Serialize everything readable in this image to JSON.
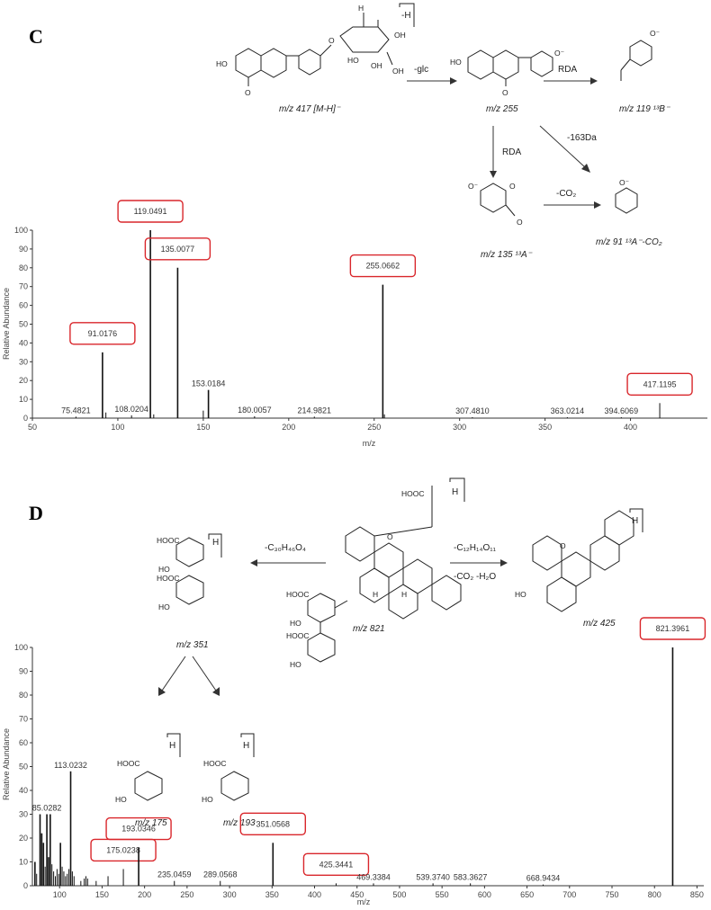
{
  "panels": [
    {
      "letter": "C",
      "ylabel": "Relative  Abundance",
      "xlabel": "m/z",
      "yticks": [
        "0",
        "10",
        "20",
        "30",
        "40",
        "50",
        "60",
        "70",
        "80",
        "90",
        "100"
      ],
      "xticks": [
        "50",
        "100",
        "150",
        "200",
        "250",
        "300",
        "350",
        "400"
      ],
      "scheme": {
        "precursor": "m/z 417 [M-H]⁻",
        "loss_glc": "-glc",
        "aglycone": "m/z 255",
        "rda1": "RDA",
        "rda2": "RDA",
        "frag119": "m/z 119  ¹³B⁻",
        "loss163": "-163Da",
        "frag135": "m/z 135  ¹³A⁻",
        "loss_co2": "-CO₂",
        "frag91": "m/z 91  ¹³A⁻-CO₂",
        "bracket_h": "-H"
      },
      "boxed_labels": [
        "119.0491",
        "135.0077",
        "255.0662",
        "91.0176",
        "417.1195"
      ]
    },
    {
      "letter": "D",
      "ylabel": "Relative  Abundance",
      "xlabel": "m/z",
      "yticks": [
        "0",
        "10",
        "20",
        "30",
        "40",
        "50",
        "60",
        "70",
        "80",
        "90",
        "100"
      ],
      "xticks": [
        "100",
        "150",
        "200",
        "250",
        "300",
        "350",
        "400",
        "450",
        "500",
        "550",
        "600",
        "650",
        "700",
        "750",
        "800",
        "850"
      ],
      "scheme": {
        "precursor": "m/z 821",
        "loss_left": "-C₃₀H₄₆O₄",
        "loss_right": "-C₁₂H₁₄O₁₁",
        "loss_right2": "-CO₂ -H₂O",
        "frag351": "m/z 351",
        "frag425": "m/z 425",
        "frag175": "m/z 175",
        "frag193": "m/z 193",
        "h": "H"
      },
      "boxed_labels": [
        "821.3961",
        "193.0346",
        "175.0238",
        "351.0568",
        "425.3441"
      ]
    }
  ],
  "chart_data": [
    {
      "type": "bar",
      "title": "",
      "xlabel": "m/z",
      "ylabel": "Relative  Abundance",
      "xlim": [
        50,
        445
      ],
      "ylim": [
        0,
        100
      ],
      "peaks": [
        {
          "mz": 75.4821,
          "value": 0.8,
          "label": "75.4821"
        },
        {
          "mz": 91.0176,
          "value": 35,
          "label": "91.0176"
        },
        {
          "mz": 93.0,
          "value": 3,
          "label": ""
        },
        {
          "mz": 108.0204,
          "value": 1.5,
          "label": "108.0204"
        },
        {
          "mz": 119.0491,
          "value": 100,
          "label": "119.0491"
        },
        {
          "mz": 121.0,
          "value": 2,
          "label": ""
        },
        {
          "mz": 135.0077,
          "value": 80,
          "label": "135.0077"
        },
        {
          "mz": 150.0,
          "value": 4,
          "label": ""
        },
        {
          "mz": 153.0184,
          "value": 15,
          "label": "153.0184"
        },
        {
          "mz": 180.0057,
          "value": 1,
          "label": "180.0057"
        },
        {
          "mz": 214.9821,
          "value": 0.8,
          "label": "214.9821"
        },
        {
          "mz": 255.0662,
          "value": 71,
          "label": "255.0662"
        },
        {
          "mz": 256.0,
          "value": 2,
          "label": ""
        },
        {
          "mz": 307.481,
          "value": 0.5,
          "label": "307.4810"
        },
        {
          "mz": 363.0214,
          "value": 0.5,
          "label": "363.0214"
        },
        {
          "mz": 394.6069,
          "value": 0.5,
          "label": "394.6069"
        },
        {
          "mz": 417.1195,
          "value": 8,
          "label": "417.1195"
        }
      ]
    },
    {
      "type": "bar",
      "title": "",
      "xlabel": "m/z",
      "ylabel": "Relative  Abundance",
      "xlim": [
        68,
        858
      ],
      "ylim": [
        0,
        100
      ],
      "peaks": [
        {
          "mz": 71,
          "value": 10,
          "label": ""
        },
        {
          "mz": 73,
          "value": 5,
          "label": ""
        },
        {
          "mz": 77,
          "value": 30,
          "label": ""
        },
        {
          "mz": 79,
          "value": 22,
          "label": ""
        },
        {
          "mz": 81,
          "value": 18,
          "label": ""
        },
        {
          "mz": 83,
          "value": 8,
          "label": ""
        },
        {
          "mz": 85.0282,
          "value": 30,
          "label": "85.0282"
        },
        {
          "mz": 87,
          "value": 12,
          "label": ""
        },
        {
          "mz": 89,
          "value": 30,
          "label": ""
        },
        {
          "mz": 91,
          "value": 9,
          "label": ""
        },
        {
          "mz": 93,
          "value": 6,
          "label": ""
        },
        {
          "mz": 95,
          "value": 4,
          "label": ""
        },
        {
          "mz": 97,
          "value": 7,
          "label": ""
        },
        {
          "mz": 99,
          "value": 5,
          "label": ""
        },
        {
          "mz": 101,
          "value": 18,
          "label": ""
        },
        {
          "mz": 103,
          "value": 8,
          "label": ""
        },
        {
          "mz": 105,
          "value": 6,
          "label": ""
        },
        {
          "mz": 107,
          "value": 4,
          "label": ""
        },
        {
          "mz": 109,
          "value": 5,
          "label": ""
        },
        {
          "mz": 111,
          "value": 7,
          "label": ""
        },
        {
          "mz": 113.0232,
          "value": 48,
          "label": "113.0232"
        },
        {
          "mz": 115,
          "value": 6,
          "label": ""
        },
        {
          "mz": 117,
          "value": 4,
          "label": ""
        },
        {
          "mz": 125,
          "value": 2,
          "label": ""
        },
        {
          "mz": 129,
          "value": 3,
          "label": ""
        },
        {
          "mz": 131,
          "value": 4,
          "label": ""
        },
        {
          "mz": 133,
          "value": 3,
          "label": ""
        },
        {
          "mz": 143,
          "value": 2,
          "label": ""
        },
        {
          "mz": 157,
          "value": 4,
          "label": ""
        },
        {
          "mz": 175.0238,
          "value": 7,
          "label": "175.0238"
        },
        {
          "mz": 193.0346,
          "value": 16,
          "label": "193.0346"
        },
        {
          "mz": 235.0459,
          "value": 2,
          "label": "235.0459"
        },
        {
          "mz": 289.0568,
          "value": 2,
          "label": "289.0568"
        },
        {
          "mz": 351.0568,
          "value": 18,
          "label": "351.0568"
        },
        {
          "mz": 425.3441,
          "value": 1,
          "label": "425.3441"
        },
        {
          "mz": 469.3384,
          "value": 1,
          "label": "469.3384"
        },
        {
          "mz": 539.374,
          "value": 1,
          "label": "539.3740"
        },
        {
          "mz": 583.3627,
          "value": 1,
          "label": "583.3627"
        },
        {
          "mz": 668.9434,
          "value": 0.5,
          "label": "668.9434"
        },
        {
          "mz": 821.3961,
          "value": 100,
          "label": "821.3961"
        }
      ]
    }
  ]
}
